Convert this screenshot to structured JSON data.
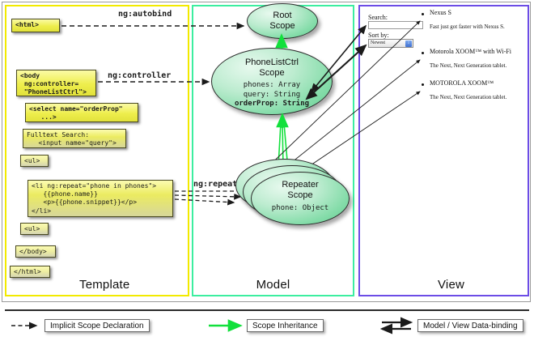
{
  "panels": {
    "template": {
      "label": "Template",
      "border_color": "#f2ea00"
    },
    "model": {
      "label": "Model",
      "border_color": "#3ceea0"
    },
    "view": {
      "label": "View",
      "border_color": "#6c4de6"
    }
  },
  "template_boxes": [
    {
      "name": "html-open-box",
      "text": "<html>"
    },
    {
      "name": "body-controller-box",
      "text": "<body\n ng:controller=\n \"PhoneListCtrl\">"
    },
    {
      "name": "select-orderprop-box",
      "text": "<select name=\"orderProp\"\n   ...>"
    },
    {
      "name": "fulltext-search-box",
      "text": "Fulltext Search:\n   <input name=\"query\">"
    },
    {
      "name": "ul-open-box",
      "text": "<ul>"
    },
    {
      "name": "li-ngrepeat-box",
      "text": "<li ng:repeat=\"phone in phones\">\n   {{phone.name}}\n   <p>{{phone.snippet}}</p>\n</li>"
    },
    {
      "name": "ul-close-box",
      "text": "<ul>"
    },
    {
      "name": "body-close-box",
      "text": "</body>"
    },
    {
      "name": "html-close-box",
      "text": "</html>"
    }
  ],
  "connector_labels": {
    "autobind": "ng:autobind",
    "controller": "ng:controller",
    "repeat": "ng:repeat"
  },
  "scopes": [
    {
      "name": "root-scope",
      "title_lines": [
        "Root",
        "Scope"
      ],
      "props": []
    },
    {
      "name": "phonelistctrl-scope",
      "title_lines": [
        "PhoneListCtrl",
        "Scope"
      ],
      "props": [
        {
          "text": "phones: Array",
          "bold": false
        },
        {
          "text": "query: String",
          "bold": false
        },
        {
          "text": "orderProp: String",
          "bold": true
        }
      ]
    },
    {
      "name": "repeater-scope",
      "title_lines": [
        "Repeater",
        "Scope"
      ],
      "props": [
        {
          "text": "phone: Object",
          "bold": false
        }
      ]
    }
  ],
  "view": {
    "search_label": "Search:",
    "search_value": "",
    "sort_label": "Sort by:",
    "sort_selected": "Newest",
    "select_arrow_glyph": "↕",
    "phones": [
      {
        "name": "Nexus S",
        "snippet": "Fast just got faster with Nexus S."
      },
      {
        "name": "Motorola XOOM™  with Wi-Fi",
        "snippet": "The Next, Next Generation tablet."
      },
      {
        "name": "MOTOROLA XOOM™",
        "snippet": "The Next, Next Generation tablet."
      }
    ]
  },
  "legend": [
    {
      "name": "legend-implicit-scope-declaration",
      "label": "Implicit Scope Declaration",
      "arrow": "dashed",
      "color": "#1b1b1b"
    },
    {
      "name": "legend-scope-inheritance",
      "label": "Scope Inheritance",
      "arrow": "solid",
      "color": "#12e03c"
    },
    {
      "name": "legend-model-view-databinding",
      "label": "Model / View Data-binding",
      "arrow": "double",
      "color": "#1b1b1b"
    }
  ],
  "colors": {
    "inheritance_green": "#12e03c",
    "scope_fill": "#84dca9",
    "code_yellow": "#eeee4d"
  }
}
